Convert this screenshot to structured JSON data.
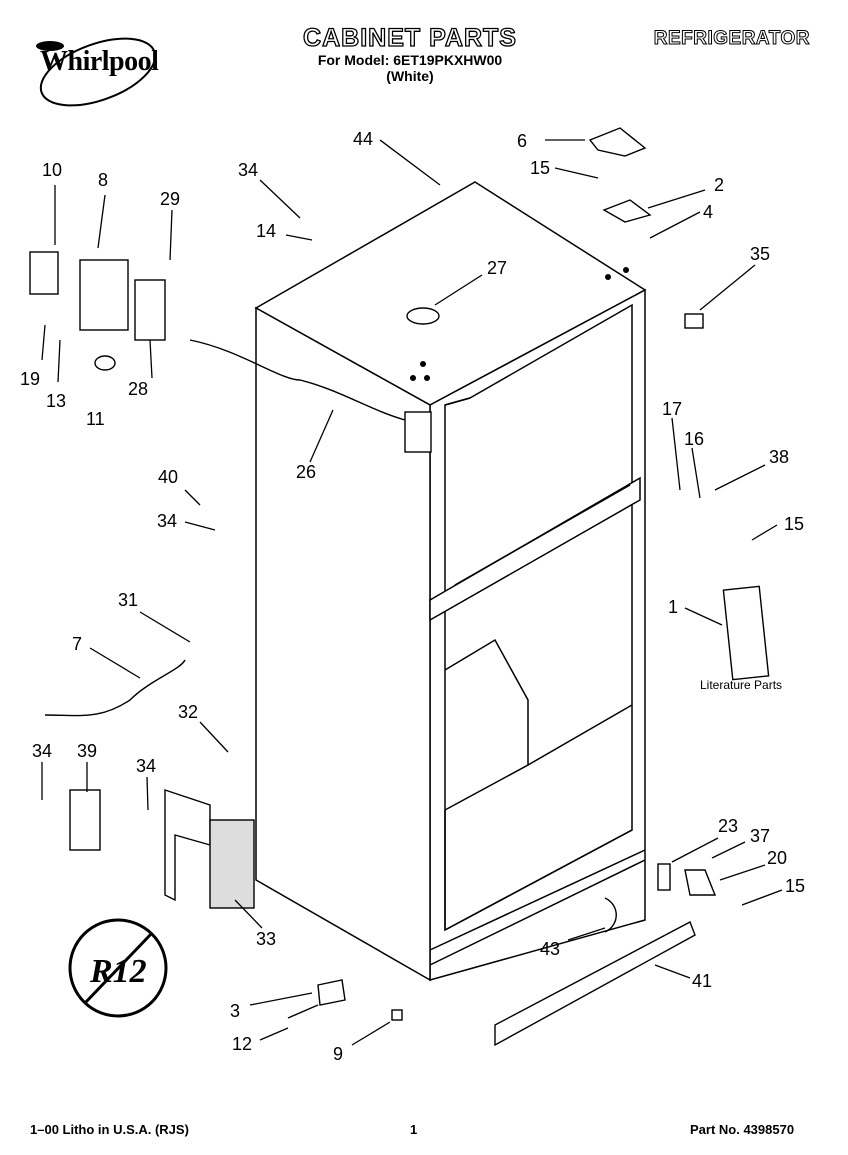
{
  "header": {
    "brand": "Whirlpool",
    "title": "CABINET PARTS",
    "model_line": "For Model: 6ET19PKXHW00",
    "color_line": "(White)",
    "category": "REFRIGERATOR"
  },
  "footer": {
    "litho": "1–00 Litho in U.S.A. (RJS)",
    "page": "1",
    "part_no": "Part No. 4398570"
  },
  "labels": {
    "literature": "Literature Parts",
    "r12": "R12"
  },
  "callouts": [
    {
      "id": "c44",
      "text": "44"
    },
    {
      "id": "c6",
      "text": "6"
    },
    {
      "id": "c15a",
      "text": "15"
    },
    {
      "id": "c2",
      "text": "2"
    },
    {
      "id": "c4",
      "text": "4"
    },
    {
      "id": "c35",
      "text": "35"
    },
    {
      "id": "c10",
      "text": "10"
    },
    {
      "id": "c8",
      "text": "8"
    },
    {
      "id": "c29",
      "text": "29"
    },
    {
      "id": "c34a",
      "text": "34"
    },
    {
      "id": "c14",
      "text": "14"
    },
    {
      "id": "c27",
      "text": "27"
    },
    {
      "id": "c19",
      "text": "19"
    },
    {
      "id": "c13",
      "text": "13"
    },
    {
      "id": "c11",
      "text": "11"
    },
    {
      "id": "c28",
      "text": "28"
    },
    {
      "id": "c26",
      "text": "26"
    },
    {
      "id": "c17",
      "text": "17"
    },
    {
      "id": "c16",
      "text": "16"
    },
    {
      "id": "c38",
      "text": "38"
    },
    {
      "id": "c15b",
      "text": "15"
    },
    {
      "id": "c40",
      "text": "40"
    },
    {
      "id": "c34b",
      "text": "34"
    },
    {
      "id": "c1",
      "text": "1"
    },
    {
      "id": "c31",
      "text": "31"
    },
    {
      "id": "c7",
      "text": "7"
    },
    {
      "id": "c32",
      "text": "32"
    },
    {
      "id": "c34c",
      "text": "34"
    },
    {
      "id": "c39",
      "text": "39"
    },
    {
      "id": "c34d",
      "text": "34"
    },
    {
      "id": "c23",
      "text": "23"
    },
    {
      "id": "c37",
      "text": "37"
    },
    {
      "id": "c20",
      "text": "20"
    },
    {
      "id": "c15c",
      "text": "15"
    },
    {
      "id": "c33",
      "text": "33"
    },
    {
      "id": "c43",
      "text": "43"
    },
    {
      "id": "c41",
      "text": "41"
    },
    {
      "id": "c3",
      "text": "3"
    },
    {
      "id": "c12",
      "text": "12"
    },
    {
      "id": "c9",
      "text": "9"
    }
  ]
}
